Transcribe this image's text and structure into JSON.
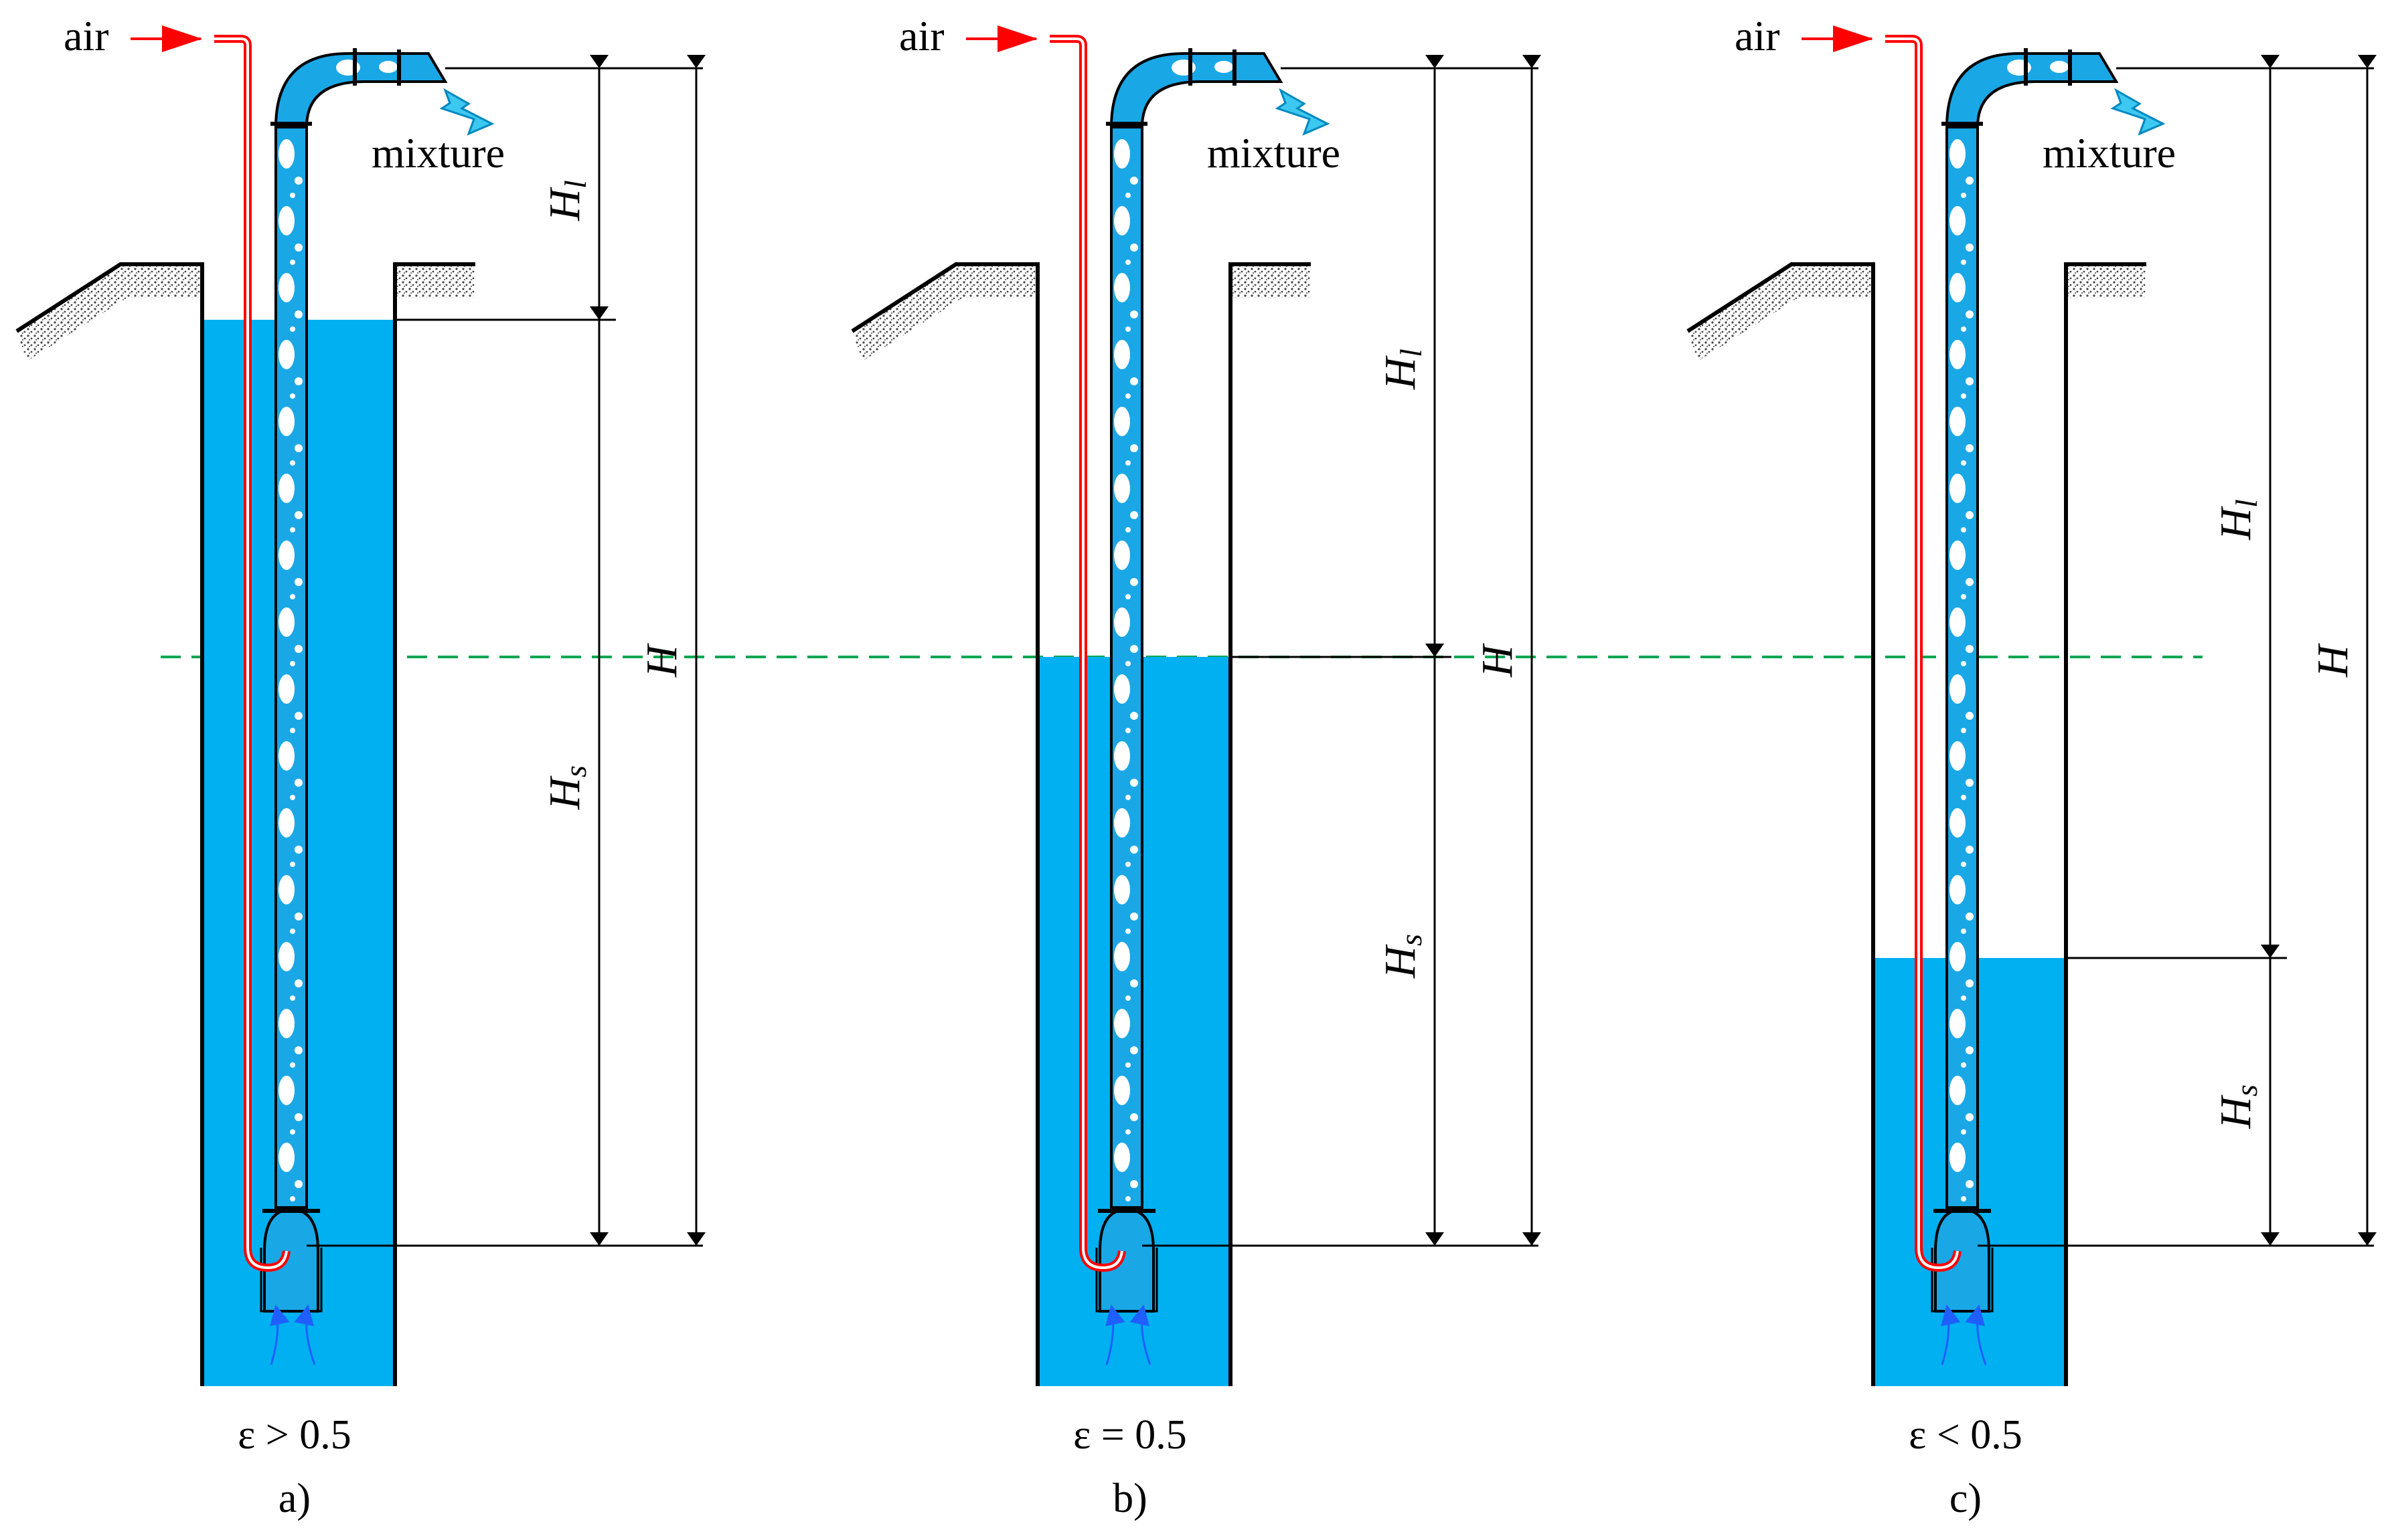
{
  "colors": {
    "water": "#00b0f0",
    "air_tube": "#ff0000",
    "pipe_water": "#1aa7e6",
    "reference_line": "#00a651",
    "ground_hatch": "#555555",
    "arrow_up": "#1f5fff"
  },
  "labels": {
    "air": "air",
    "mixture": "mixture",
    "dim_total": "H",
    "dim_lift": "H",
    "dim_lift_sub": "l",
    "dim_sub": "H",
    "dim_sub_sub": "s"
  },
  "panels": [
    {
      "id": "a",
      "epsilon_text": "ε > 0.5",
      "caption": "a)",
      "relation": "greater"
    },
    {
      "id": "b",
      "epsilon_text": "ε = 0.5",
      "caption": "b)",
      "relation": "equal"
    },
    {
      "id": "c",
      "epsilon_text": "ε < 0.5",
      "caption": "c)",
      "relation": "less"
    }
  ]
}
